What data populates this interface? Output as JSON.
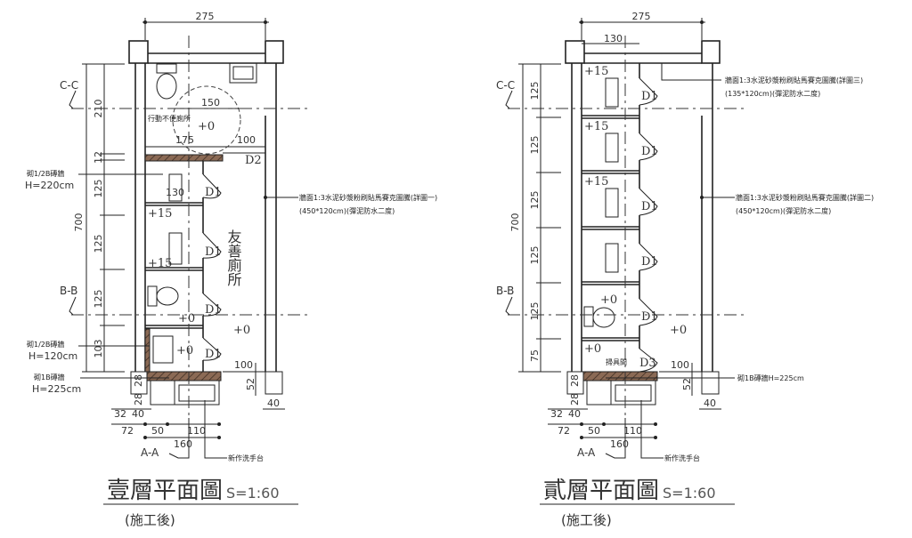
{
  "plan1": {
    "title": "壹層平面圖",
    "scale": "S=1:60",
    "subtitle": "(施工後)",
    "top_dim": "275",
    "total_height": "700",
    "left_dims": [
      "210",
      "12",
      "125",
      "125",
      "125",
      "103"
    ],
    "circle_dim": "150",
    "dims_mid": [
      "175",
      "100"
    ],
    "stall_dim": "130",
    "bottom_dims": {
      "d100": "100",
      "d52": "52",
      "d40r": "40",
      "d28a": "28",
      "d28b": "28",
      "d32": "32",
      "d40": "40",
      "d72": "72",
      "d50": "50",
      "d110": "110",
      "d160": "160"
    },
    "sections": {
      "cc": "C-C",
      "bb": "B-B",
      "aa": "A-A"
    },
    "rooms": {
      "accessible": "行動不便廁所",
      "friendly": "友善廁所"
    },
    "levels": [
      "+0",
      "+15",
      "+15",
      "+0",
      "+0",
      "+0"
    ],
    "doors": [
      "D2",
      "D1",
      "D1",
      "D1",
      "D1"
    ],
    "notes": {
      "wall_a": [
        "砌1/2B磚牆",
        "H=220cm"
      ],
      "wall_b": [
        "砌1/2B磚牆",
        "H=120cm"
      ],
      "wall_c": [
        "砌1B磚牆",
        "H=225cm"
      ],
      "finish": [
        "牆面1:3水泥砂漿粉刷貼馬賽克圖騰(詳圖一)",
        "(450*120cm)(彈泥防水二度)"
      ],
      "sink": "新作洗手台"
    }
  },
  "plan2": {
    "title": "貳層平面圖",
    "scale": "S=1:60",
    "subtitle": "(施工後)",
    "top_dim": "275",
    "top_sub_dim": "130",
    "total_height": "700",
    "left_dims": [
      "125",
      "125",
      "125",
      "125",
      "125",
      "75"
    ],
    "bottom_dims": {
      "d100": "100",
      "d52": "52",
      "d40r": "40",
      "d28a": "28",
      "d28b": "28",
      "d32": "32",
      "d40": "40",
      "d72": "72",
      "d50": "50",
      "d110": "110",
      "d160": "160"
    },
    "sections": {
      "cc": "C-C",
      "bb": "B-B",
      "aa": "A-A"
    },
    "rooms": {
      "janitor": "掃具間"
    },
    "levels": [
      "+15",
      "+15",
      "+15",
      "+0",
      "+0",
      "+0"
    ],
    "doors": [
      "D1",
      "D1",
      "D1",
      "D1",
      "D1",
      "D3"
    ],
    "notes": {
      "finish_top": [
        "牆面1:3水泥砂漿粉刷貼馬賽克圖騰(詳圖三)",
        "(135*120cm)(彈泥防水二度)"
      ],
      "finish": [
        "牆面1:3水泥砂漿粉刷貼馬賽克圖騰(詳圖二)",
        "(450*120cm)(彈泥防水二度)"
      ],
      "wall_c": "砌1B磚牆H=225cm",
      "sink": "新作洗手台"
    }
  },
  "colors": {
    "hatch": "#8b6a55",
    "line": "#222222"
  }
}
